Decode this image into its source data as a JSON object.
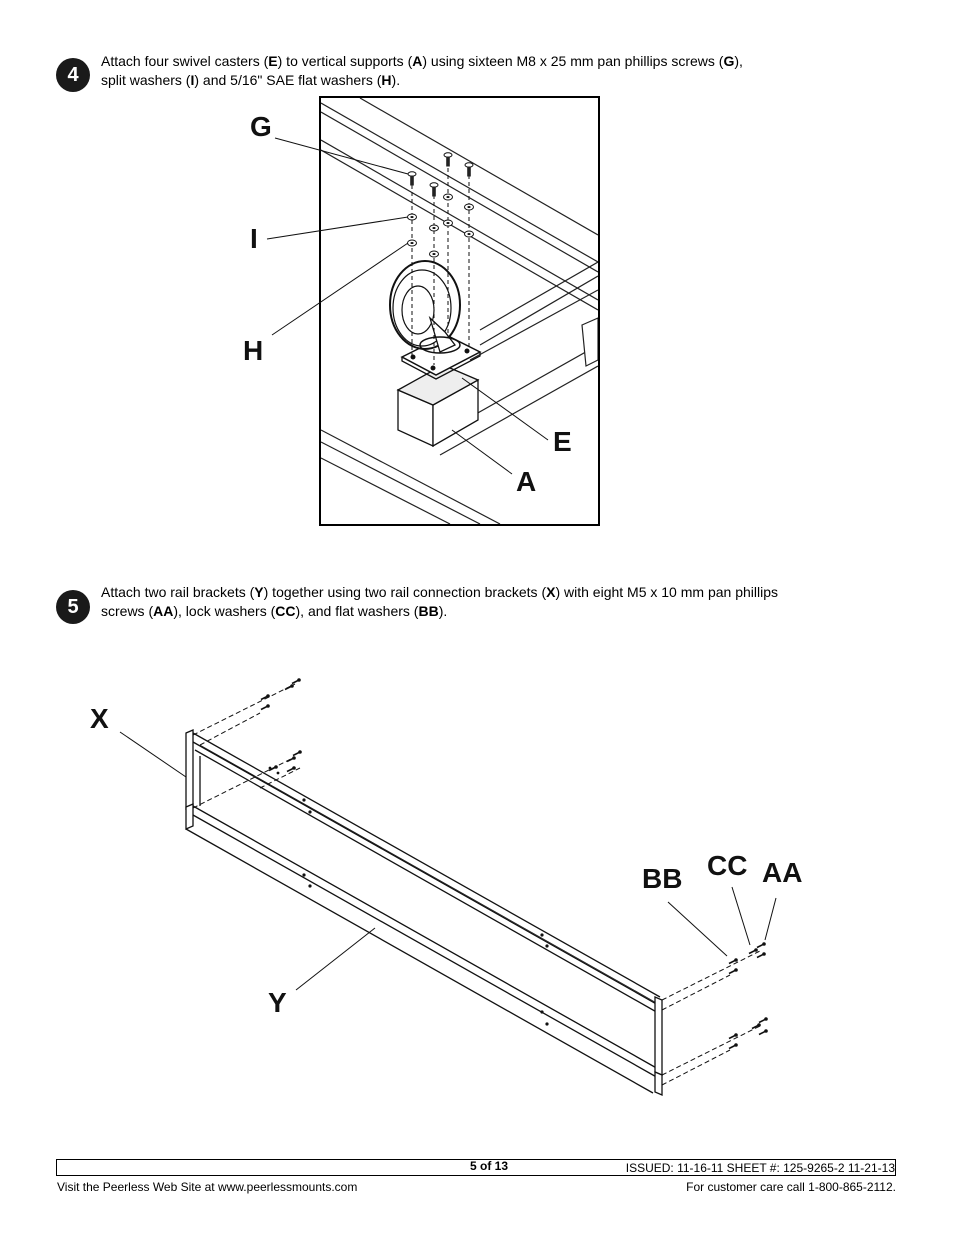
{
  "step4": {
    "number": "4",
    "text_parts": [
      "Attach four swivel casters (",
      "E",
      ") to vertical supports (",
      "A",
      ") using sixteen M8 x 25 mm pan phillips screws (",
      "G",
      "),",
      "split washers (",
      "I",
      ") and 5/16\" SAE flat washers (",
      "H",
      ")."
    ],
    "labels": {
      "g": "G",
      "i": "I",
      "h": "H",
      "e": "E",
      "a": "A"
    }
  },
  "step5": {
    "number": "5",
    "text_parts": [
      "Attach two rail brackets (",
      "Y",
      ") together using two rail connection brackets (",
      "X",
      ") with eight M5 x 10 mm pan phillips",
      "screws (",
      "AA",
      "), lock washers (",
      "CC",
      "), and flat washers (",
      "BB",
      ")."
    ],
    "labels": {
      "x": "X",
      "y": "Y",
      "bb": "BB",
      "cc": "CC",
      "aa": "AA"
    }
  },
  "footer": {
    "page": "5 of 13",
    "issued": "ISSUED: 11-16-11 SHEET #: 125-9265-2  11-21-13",
    "website": "Visit the Peerless Web Site at www.peerlessmounts.com",
    "care": "For customer care call 1-800-865-2112."
  }
}
